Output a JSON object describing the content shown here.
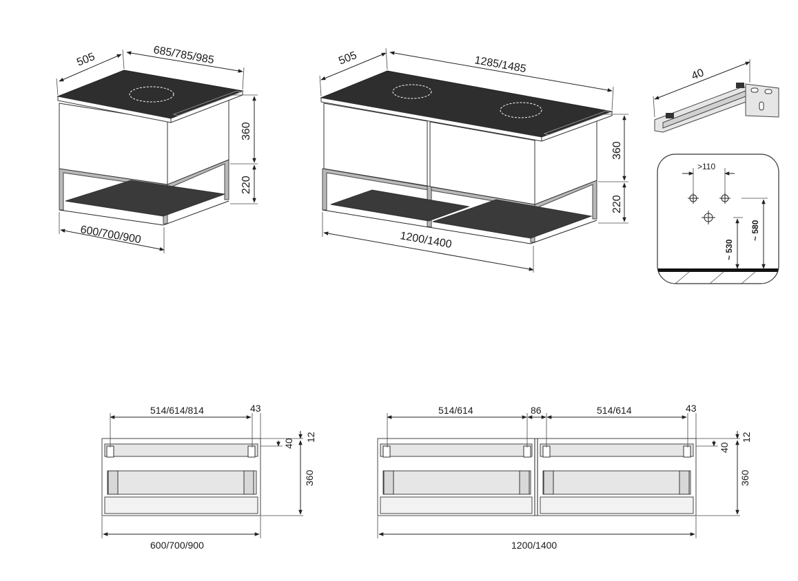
{
  "colors": {
    "line": "#222222",
    "top_surface": "#2e2e2e",
    "frame": "#b9b9b9",
    "rail": "#d0d0d0",
    "panel": "#ffffff"
  },
  "single_cabinet_3d": {
    "depth": "505",
    "top_width": "685/785/985",
    "height_body": "360",
    "height_frame": "220",
    "base_width": "600/700/900"
  },
  "double_cabinet_3d": {
    "depth": "505",
    "top_width": "1285/1485",
    "height_body": "360",
    "height_frame": "220",
    "base_width": "1200/1400"
  },
  "bracket": {
    "size": "40"
  },
  "wall_detail": {
    "hole_spacing": ">110",
    "height_drain": "~ 530",
    "height_supply": "~ 580"
  },
  "single_cabinet_front": {
    "hanger_spacing": "514/614/814",
    "edge_offset": "43",
    "top_offset": "12",
    "hanger_drop": "40",
    "height": "360",
    "width": "600/700/900"
  },
  "double_cabinet_front": {
    "hanger_spacing_left": "514/614",
    "middle_gap": "86",
    "hanger_spacing_right": "514/614",
    "edge_offset": "43",
    "top_offset": "12",
    "hanger_drop": "40",
    "height": "360",
    "width": "1200/1400"
  }
}
